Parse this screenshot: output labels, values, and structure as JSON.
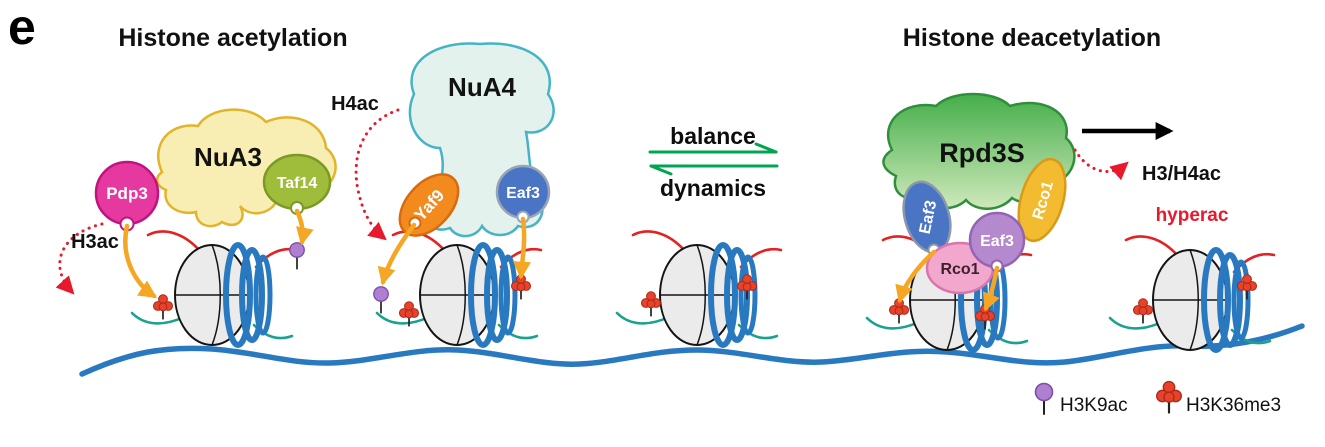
{
  "panel_label": "e",
  "headings": {
    "acetylation": "Histone acetylation",
    "deacetylation": "Histone deacetylation"
  },
  "complexes": {
    "nua3": {
      "name": "NuA3",
      "pdp3": "Pdp3",
      "taf14": "Taf14"
    },
    "nua4": {
      "name": "NuA4",
      "yaf9": "Yaf9",
      "eaf3": "Eaf3"
    },
    "rpd3s": {
      "name": "Rpd3S",
      "eaf3_blue": "Eaf3",
      "rco1_pink": "Rco1",
      "eaf3_purple": "Eaf3",
      "rco1_yellow": "Rco1"
    }
  },
  "labels": {
    "h3ac": "H3ac",
    "h4ac": "H4ac",
    "balance": "balance",
    "dynamics": "dynamics",
    "h3_h4ac": "H3/H4ac",
    "hyperac": "hyperac"
  },
  "legend": {
    "h3k9ac": "H3K9ac",
    "h3k36me3": "H3K36me3"
  },
  "colors": {
    "dna": "#2979c0",
    "nua3_fill": "#f8eeb4",
    "nua3_stroke": "#e3b32b",
    "pdp3_fill": "#e6399f",
    "taf14_fill": "#9fbc3a",
    "nua4_fill": "#e4f2ee",
    "nua4_stroke": "#44b4c6",
    "yaf9_fill": "#f28a1e",
    "eaf3_blue_fill": "#4a74c4",
    "rpd3s_top": "#45ae4a",
    "rpd3s_bottom": "#cfe9bb",
    "rpd3s_stroke": "#2f8f3c",
    "rco1_pink_fill": "#f2a8cc",
    "eaf3_purple_fill": "#b489ce",
    "rco1_yellow_fill": "#f3bb2f",
    "orange_arrow": "#f5a623",
    "red_accent": "#e8192c",
    "green_accent": "#00a551",
    "h3k9ac_mark": "#af7fd1",
    "h3k36me3_mark": "#e8422b",
    "red_tail": "#e32222",
    "teal_tail": "#1ba18f"
  }
}
